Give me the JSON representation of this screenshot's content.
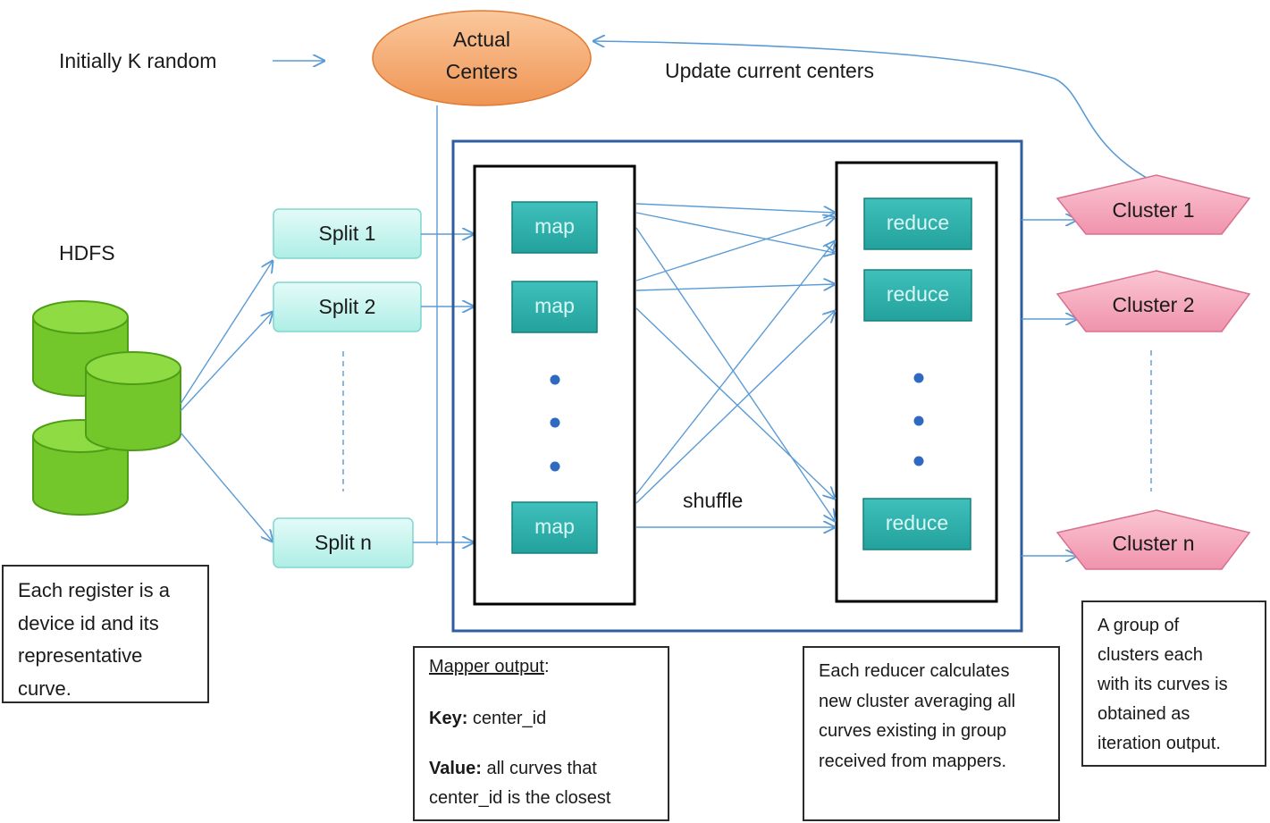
{
  "top": {
    "initially_label": "Initially K random",
    "update_label": "Update current centers",
    "actual_centers": [
      "Actual",
      "Centers"
    ]
  },
  "hdfs": {
    "label": "HDFS"
  },
  "splits": [
    "Split 1",
    "Split 2",
    "Split n"
  ],
  "maps": [
    "map",
    "map",
    "map"
  ],
  "reduces": [
    "reduce",
    "reduce",
    "reduce"
  ],
  "shuffle_label": "shuffle",
  "clusters": [
    "Cluster 1",
    "Cluster 2",
    "Cluster n"
  ],
  "notes": {
    "register": [
      "Each register is a",
      "device id and its",
      "representative",
      "curve."
    ],
    "mapper": {
      "title": "Mapper output",
      "title_suffix": ":",
      "key_label": "Key:",
      "key_value": " center_id",
      "value_label": "Value:",
      "value_line1": " all curves that",
      "value_line2": "center_id is the closest"
    },
    "reducer": [
      "Each reducer calculates",
      "new cluster averaging all",
      "curves existing in group",
      "received from mappers."
    ],
    "clusters": [
      "A group of",
      "clusters each",
      "with its curves is",
      "obtained as",
      "iteration output."
    ]
  },
  "colors": {
    "arrow": "#5b9bd5",
    "ellipse": "#f5a467",
    "split": "#c8f4ef",
    "teal": "#2bb0ac",
    "cluster": "#f7a9bc",
    "cylinder": "#7ccd2e",
    "frame_blue": "#2f5d9f"
  }
}
